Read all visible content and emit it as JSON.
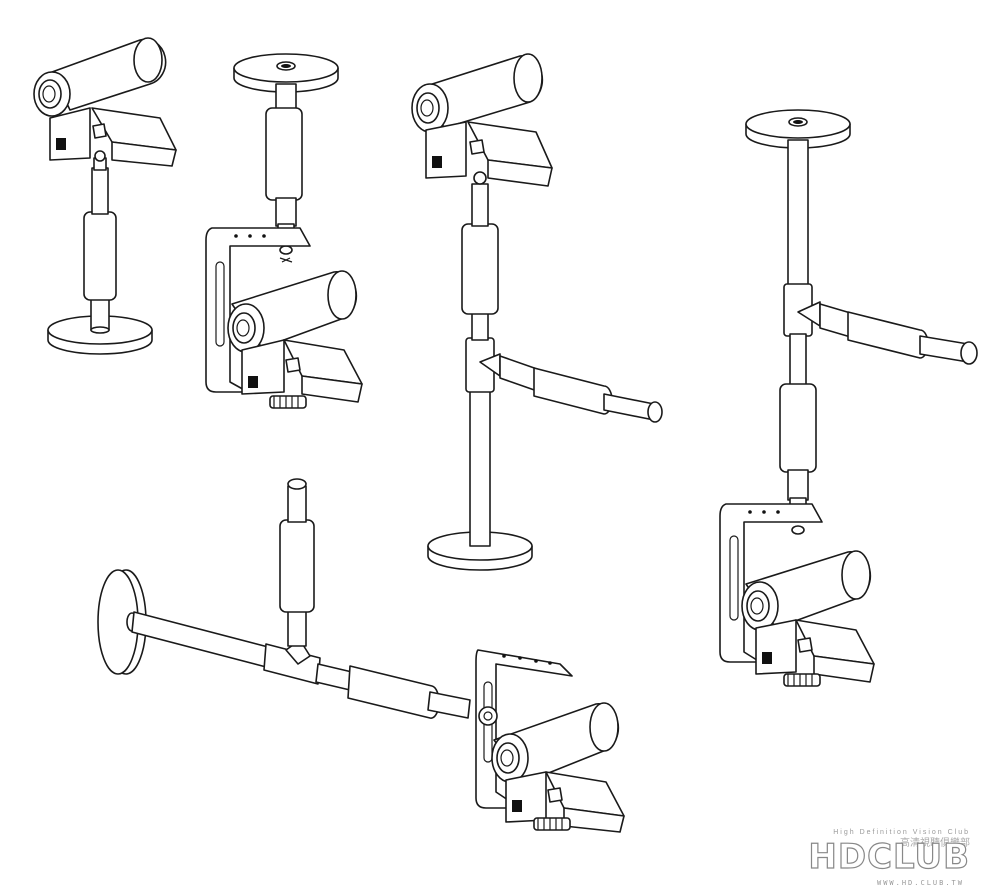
{
  "figure": {
    "description_hidden": "",
    "line_color": "#1a1a1a",
    "background": "#ffffff"
  },
  "watermark": {
    "tagline": "High Definition Vision Club",
    "logo": "HDCLUB",
    "cjk": "高清視聽俱樂部",
    "url": "WWW.HD.CLUB.TW"
  }
}
